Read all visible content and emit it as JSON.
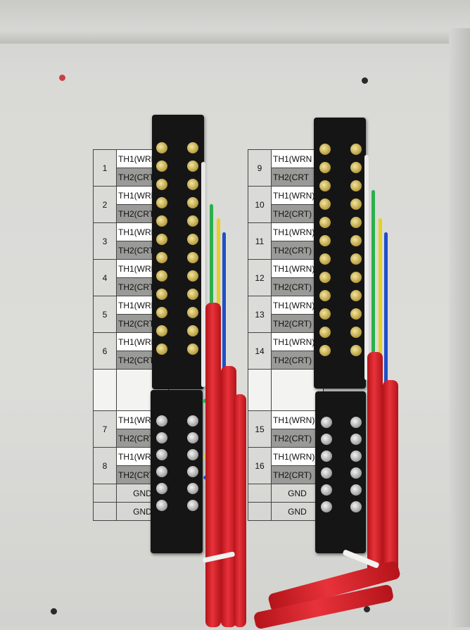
{
  "left_panel": {
    "rows": [
      {
        "num": "1",
        "wrn": "TH1(WRN",
        "crt": "TH2(CRT"
      },
      {
        "num": "2",
        "wrn": "TH1(WRN",
        "crt": "TH2(CRT"
      },
      {
        "num": "3",
        "wrn": "TH1(WRN",
        "crt": "TH2(CRT"
      },
      {
        "num": "4",
        "wrn": "TH1(WRN",
        "crt": "TH2(CRT"
      },
      {
        "num": "5",
        "wrn": "TH1(WRN",
        "crt": "TH2(CRT"
      },
      {
        "num": "6",
        "wrn": "TH1(WRN",
        "crt": "TH2(CRT"
      },
      {
        "num": "7",
        "wrn": "TH1(WRN",
        "crt": "TH2(CRT"
      },
      {
        "num": "8",
        "wrn": "TH1(WRN",
        "crt": "TH2(CRT"
      }
    ],
    "gnd": [
      "GND",
      "GND"
    ]
  },
  "right_panel": {
    "rows": [
      {
        "num": "9",
        "wrn": "TH1(WRN",
        "crt": "TH2(CRT"
      },
      {
        "num": "10",
        "wrn": "TH1(WRN)",
        "crt": "TH2(CRT)"
      },
      {
        "num": "11",
        "wrn": "TH1(WRN)",
        "crt": "TH2(CRT)"
      },
      {
        "num": "12",
        "wrn": "TH1(WRN)",
        "crt": "TH2(CRT)"
      },
      {
        "num": "13",
        "wrn": "TH1(WRN)",
        "crt": "TH2(CRT)"
      },
      {
        "num": "14",
        "wrn": "TH1(WRN)",
        "crt": "TH2(CRT)"
      },
      {
        "num": "15",
        "wrn": "TH1(WRN)",
        "crt": "TH2(CRT)"
      },
      {
        "num": "16",
        "wrn": "TH1(WRN)",
        "crt": "TH2(CRT)"
      }
    ],
    "gnd": [
      "GND",
      "GND"
    ]
  },
  "colors": {
    "enclosure": "#d8d8d5",
    "terminal_block": "#151515",
    "cable": "#d8242c",
    "label_shade": "#9a9a98"
  }
}
